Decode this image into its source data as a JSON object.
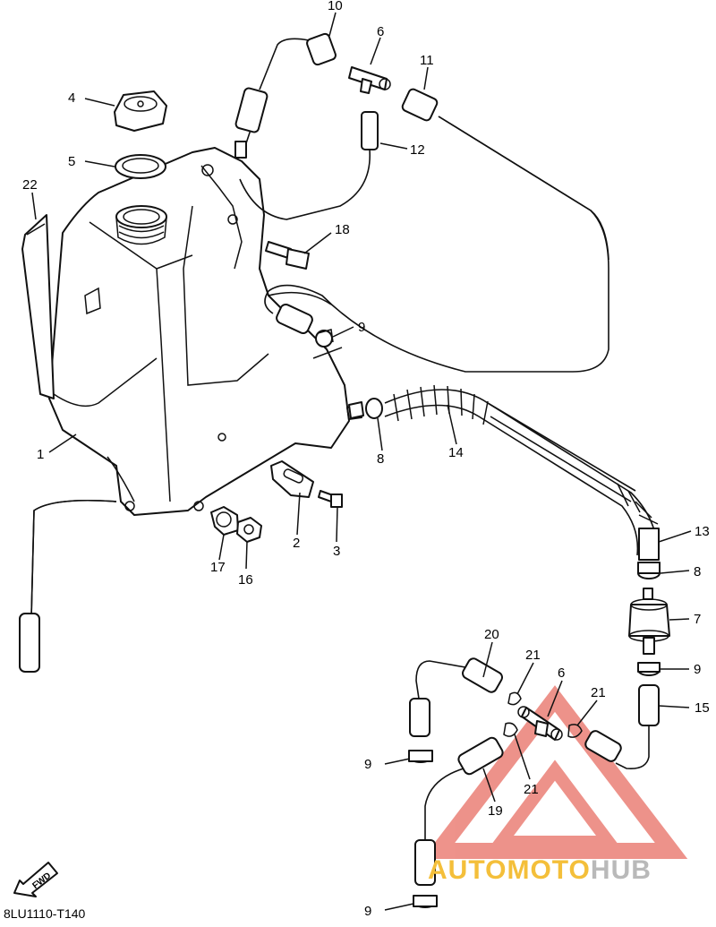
{
  "diagram": {
    "drawing_code": "8LU1110-T140",
    "fwd_label": "FWD",
    "callouts": [
      "10",
      "6",
      "11",
      "4",
      "12",
      "5",
      "22",
      "18",
      "9",
      "8",
      "14",
      "1",
      "13",
      "2",
      "3",
      "17",
      "16",
      "8",
      "7",
      "20",
      "21",
      "6",
      "9",
      "21",
      "15",
      "9",
      "21",
      "19",
      "9"
    ]
  },
  "watermark": {
    "brand_part1": "AUTOMOTO",
    "brand_part2": "HUB",
    "colors": {
      "part1": "#f4bf3a",
      "part2": "#b9b9b9",
      "triangle": "#e03a2c"
    }
  }
}
